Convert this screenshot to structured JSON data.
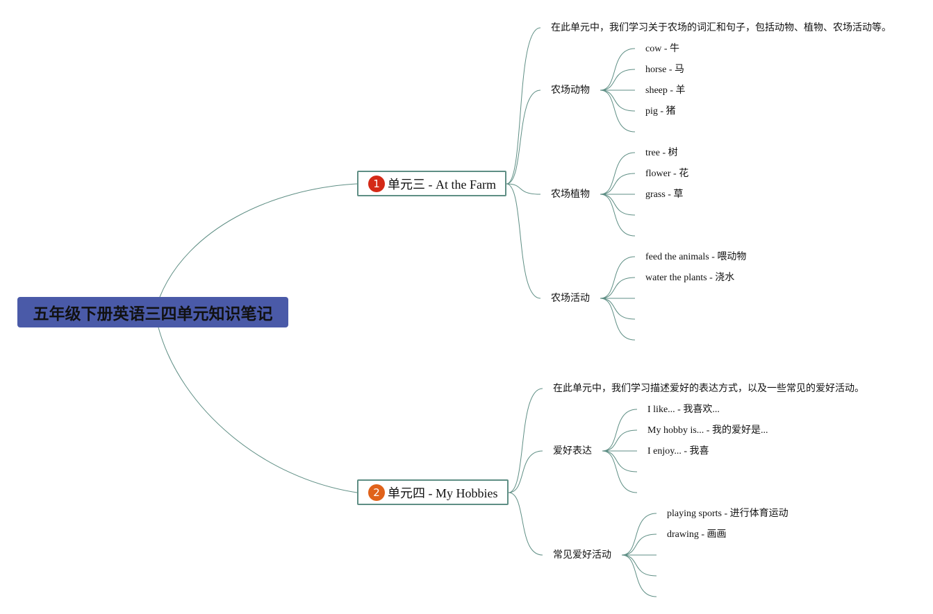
{
  "root": {
    "title": "五年级下册英语三四单元知识笔记"
  },
  "colors": {
    "root_fill": "#4a5aa8",
    "line": "#5e8e84",
    "badge1": "#d42a17",
    "badge2": "#e0621a"
  },
  "units": [
    {
      "badge": "1",
      "title": "单元三 - At the Farm",
      "intro": "在此单元中，我们学习关于农场的词汇和句子，包括动物、植物、农场活动等。",
      "groups": [
        {
          "label": "农场动物",
          "items": [
            "cow - 牛",
            "horse - 马",
            "sheep - 羊",
            "pig - 猪"
          ]
        },
        {
          "label": "农场植物",
          "items": [
            "tree - 树",
            "flower - 花",
            "grass - 草"
          ]
        },
        {
          "label": "农场活动",
          "items": [
            "feed the animals - 喂动物",
            "water the plants - 浇水"
          ]
        }
      ]
    },
    {
      "badge": "2",
      "title": "单元四 - My Hobbies",
      "intro": "在此单元中，我们学习描述爱好的表达方式，以及一些常见的爱好活动。",
      "groups": [
        {
          "label": "爱好表达",
          "items": [
            "I like... - 我喜欢...",
            "My hobby is... - 我的爱好是...",
            "I enjoy... - 我喜"
          ]
        },
        {
          "label": "常见爱好活动",
          "items": [
            "playing sports - 进行体育运动",
            "drawing - 画画"
          ]
        }
      ]
    }
  ]
}
